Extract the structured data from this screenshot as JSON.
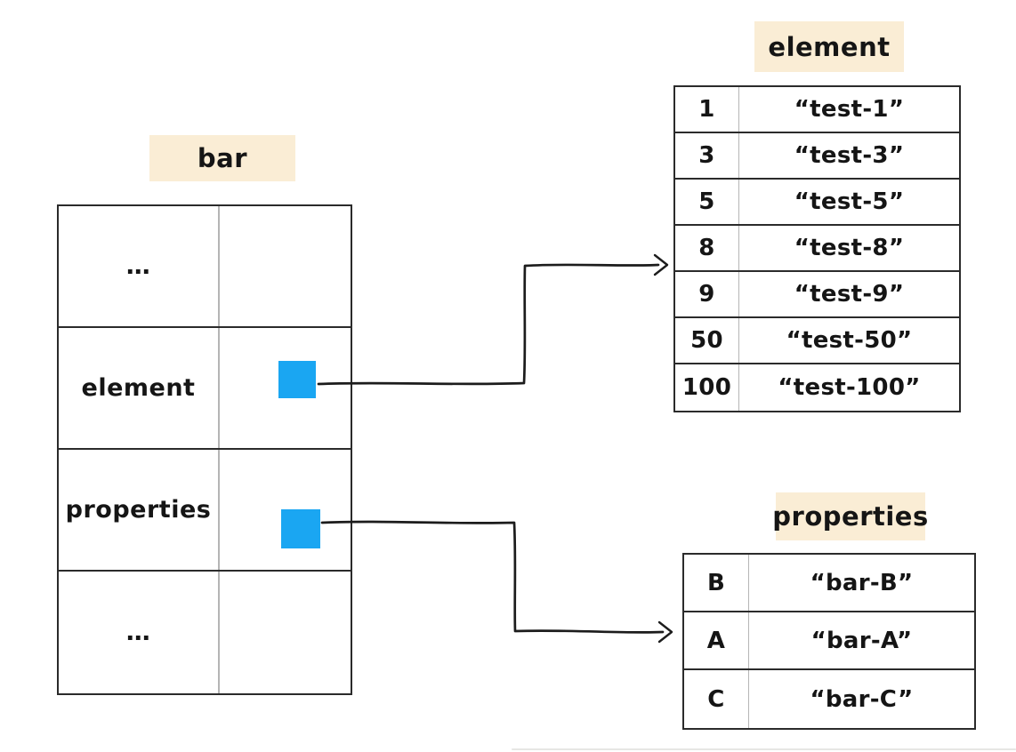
{
  "colors": {
    "pointer_blue": "#1aa6f2",
    "banner_bg": "#faedd5",
    "border_dark": "#2b2b2b",
    "divider_gray": "#b5b5b5",
    "arrow_ink": "#1c1c1c",
    "text": "#151515"
  },
  "bar_table": {
    "title": "bar",
    "rows": [
      {
        "label": "…",
        "pointer": false
      },
      {
        "label": "element",
        "pointer": true
      },
      {
        "label": "properties",
        "pointer": true
      },
      {
        "label": "…",
        "pointer": false
      }
    ]
  },
  "element_table": {
    "title": "element",
    "rows": [
      {
        "key": "1",
        "value": "“test-1”"
      },
      {
        "key": "3",
        "value": "“test-3”"
      },
      {
        "key": "5",
        "value": "“test-5”"
      },
      {
        "key": "8",
        "value": "“test-8”"
      },
      {
        "key": "9",
        "value": "“test-9”"
      },
      {
        "key": "50",
        "value": "“test-50”"
      },
      {
        "key": "100",
        "value": "“test-100”"
      }
    ]
  },
  "properties_table": {
    "title": "properties",
    "rows": [
      {
        "key": "B",
        "value": "“bar-B”"
      },
      {
        "key": "A",
        "value": "“bar-A”"
      },
      {
        "key": "C",
        "value": "“bar-C”"
      }
    ]
  }
}
